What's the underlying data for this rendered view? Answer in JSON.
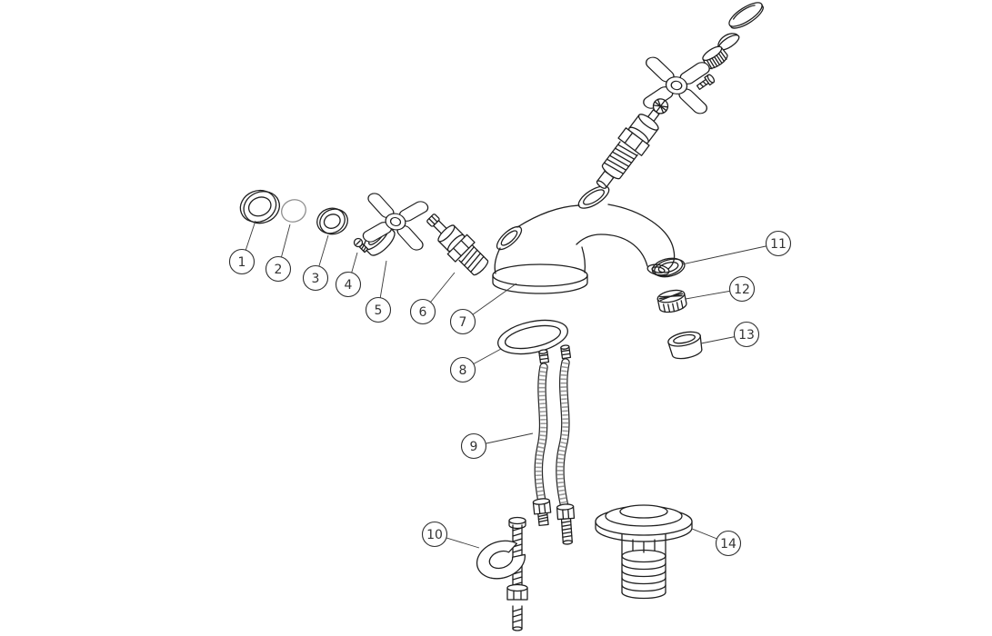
{
  "diagram": {
    "type": "exploded-parts-diagram",
    "background_color": "#ffffff",
    "line_color": "#1f1f1f",
    "parts": [
      {
        "number": "1"
      },
      {
        "number": "2"
      },
      {
        "number": "3"
      },
      {
        "number": "4"
      },
      {
        "number": "5"
      },
      {
        "number": "6"
      },
      {
        "number": "7"
      },
      {
        "number": "8"
      },
      {
        "number": "9"
      },
      {
        "number": "10"
      },
      {
        "number": "11"
      },
      {
        "number": "12"
      },
      {
        "number": "13"
      },
      {
        "number": "14"
      }
    ]
  }
}
